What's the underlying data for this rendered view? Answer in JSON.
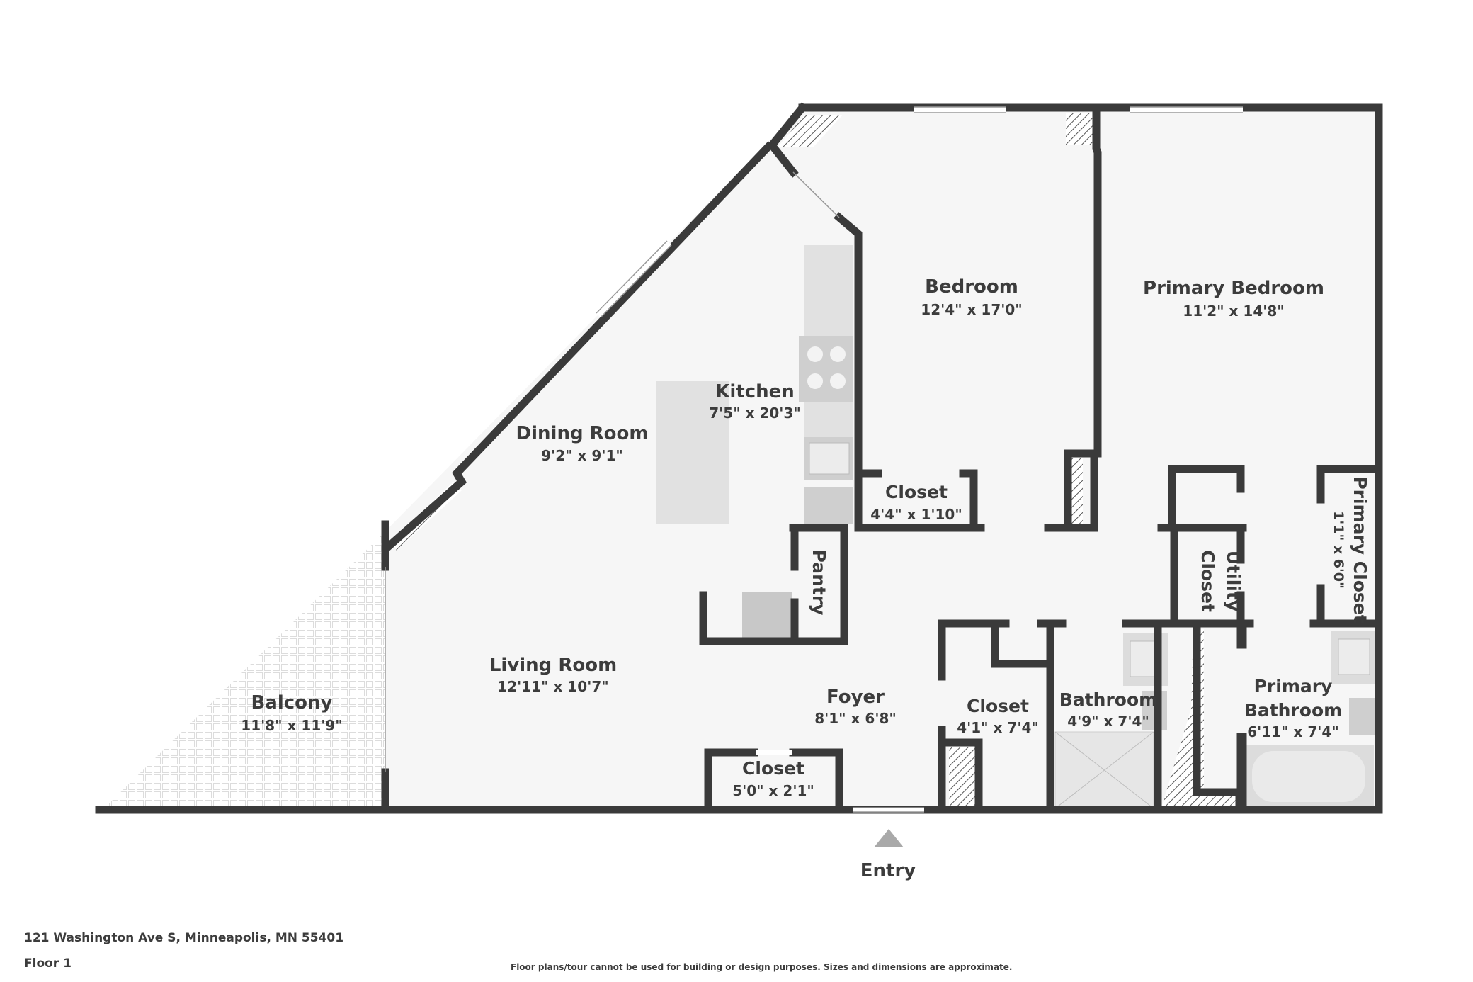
{
  "rooms": [
    {
      "id": "bedroom",
      "name": "Bedroom",
      "dims": "12'4\" x 17'0\""
    },
    {
      "id": "primary-bedroom",
      "name": "Primary Bedroom",
      "dims": "11'2\" x 14'8\""
    },
    {
      "id": "kitchen",
      "name": "Kitchen",
      "dims": "7'5\" x 20'3\""
    },
    {
      "id": "dining-room",
      "name": "Dining Room",
      "dims": "9'2\" x 9'1\""
    },
    {
      "id": "living-room",
      "name": "Living Room",
      "dims": "12'11\" x 10'7\""
    },
    {
      "id": "balcony",
      "name": "Balcony",
      "dims": "11'8\" x 11'9\""
    },
    {
      "id": "foyer",
      "name": "Foyer",
      "dims": "8'1\" x 6'8\""
    },
    {
      "id": "closet-bedroom",
      "name": "Closet",
      "dims": "4'4\" x 1'10\""
    },
    {
      "id": "pantry",
      "name": "Pantry"
    },
    {
      "id": "utility-closet",
      "name_line1": "Utility",
      "name_line2": "Closet"
    },
    {
      "id": "primary-closet",
      "name": "Primary Closet",
      "dims": "1'1\" x 6'0\""
    },
    {
      "id": "closet-hall",
      "name": "Closet",
      "dims": "4'1\" x 7'4\""
    },
    {
      "id": "bathroom",
      "name": "Bathroom",
      "dims": "4'9\" x 7'4\""
    },
    {
      "id": "primary-bathroom",
      "name_line1": "Primary",
      "name_line2": "Bathroom",
      "dims": "6'11\" x 7'4\""
    },
    {
      "id": "closet-entry",
      "name": "Closet",
      "dims": "5'0\" x 2'1\""
    }
  ],
  "entry": {
    "label": "Entry"
  },
  "footer": {
    "address": "121 Washington Ave S, Minneapolis, MN 55401",
    "floor": "Floor 1",
    "disclaimer": "Floor plans/tour cannot be used for building or design purposes. Sizes and dimensions are approximate."
  },
  "colors": {
    "wall": "#3a3a3a",
    "floor": "#f6f6f6",
    "fixture": "#dcdcdc",
    "text": "#3c3c3c"
  }
}
